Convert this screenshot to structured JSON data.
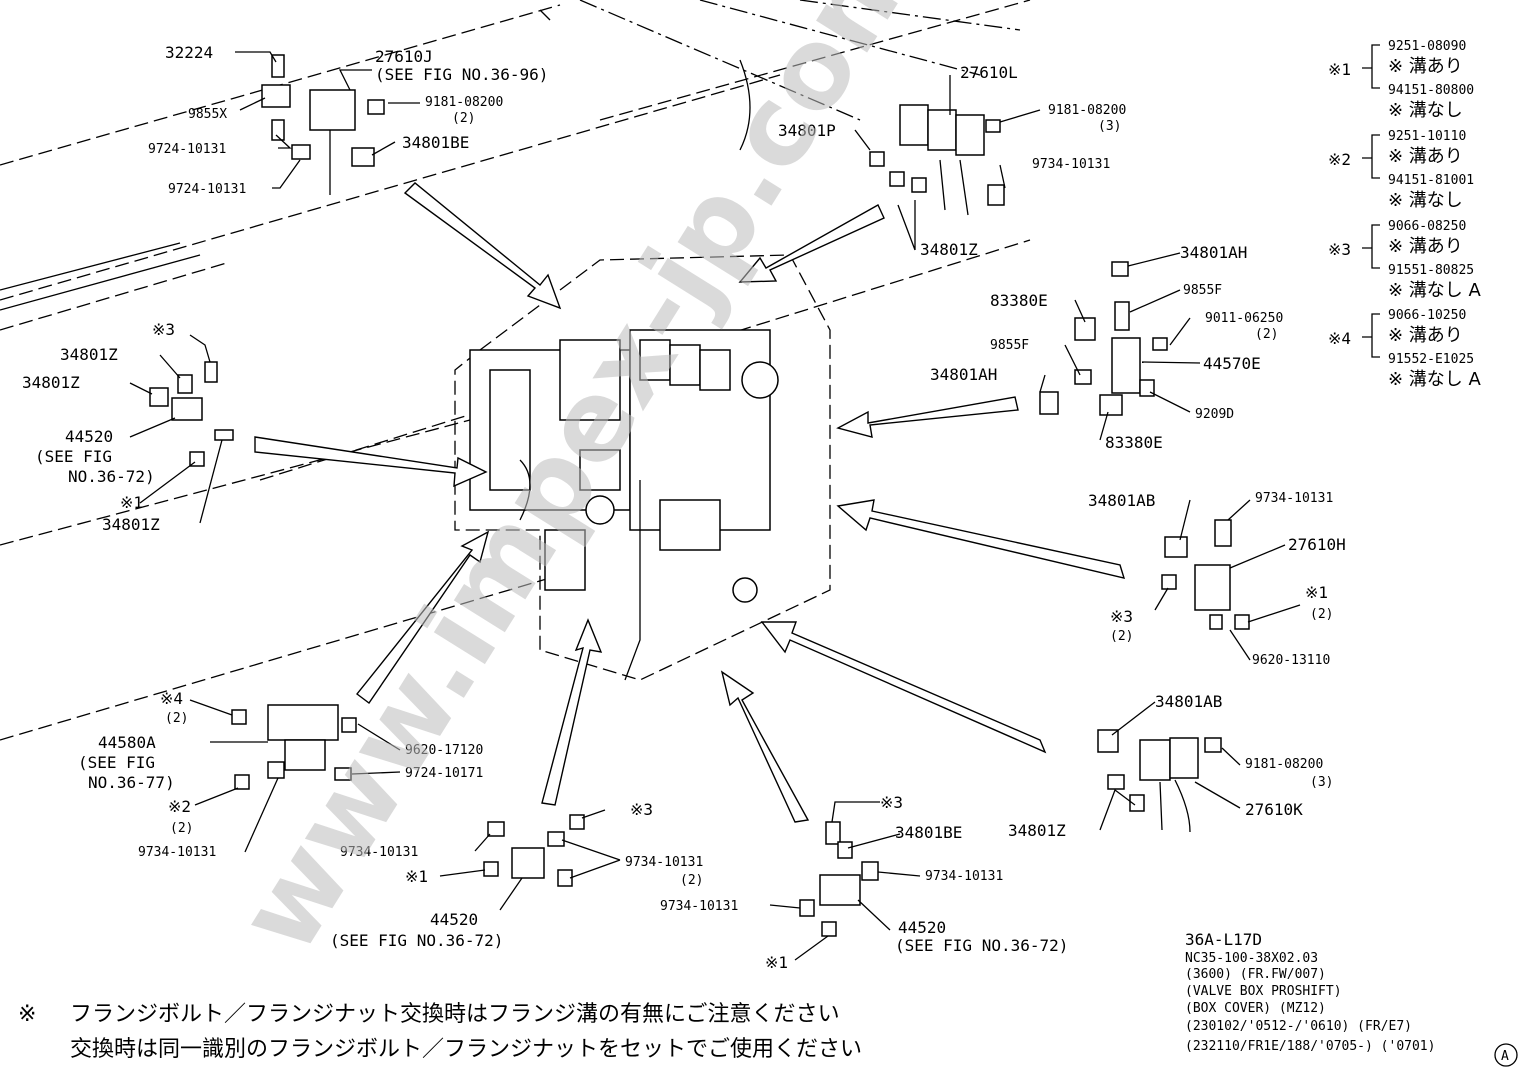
{
  "watermark": "www.impex-jp.com",
  "callouts": {
    "c32224": "32224",
    "c27610j": "27610J",
    "c27610j_ref": "(SEE FIG NO.36-96)",
    "c9855x": "9855X",
    "c9181a": "9181-08200",
    "c9181a_qty": "(2)",
    "c9724a": "9724-10131",
    "c9724b": "9724-10131",
    "c34801be_top": "34801BE",
    "c34801p": "34801P",
    "c27610l": "27610L",
    "c9181b": "9181-08200",
    "c9181b_qty": "(3)",
    "c9734a": "9734-10131",
    "c34801z_top": "34801Z",
    "c34801ah_a": "34801AH",
    "c83380e_a": "83380E",
    "c9855f_a": "9855F",
    "c9011": "9011-06250",
    "c9011_qty": "(2)",
    "c9855f_b": "9855F",
    "c44570e": "44570E",
    "c34801ah_b": "34801AH",
    "c9209d": "9209D",
    "c83380e_b": "83380E",
    "c_x3_left": "※3",
    "c34801z_l1": "34801Z",
    "c34801z_l2": "34801Z",
    "c44520_left": "44520",
    "c44520_left_ref1": "(SEE FIG",
    "c44520_left_ref2": "NO.36-72)",
    "c_x1_left": "※1",
    "c34801z_l3": "34801Z",
    "c34801ab_a": "34801AB",
    "c9734b": "9734-10131",
    "c27610h": "27610H",
    "c_x3_right": "※3",
    "c_x3_right_qty": "(2)",
    "c_x1_right": "※1",
    "c_x1_right_qty": "(2)",
    "c9620a": "9620-13110",
    "c_x4_left": "※4",
    "c_x4_left_qty": "(2)",
    "c44580a": "44580A",
    "c44580a_ref1": "(SEE FIG",
    "c44580a_ref2": "NO.36-77)",
    "c9620b": "9620-17120",
    "c9724c": "9724-10171",
    "c_x2_left": "※2",
    "c_x2_left_qty": "(2)",
    "c9734c": "9734-10131",
    "c9734d": "9734-10131",
    "c_x3_mid": "※3",
    "c9734e": "9734-10131",
    "c9734e_qty": "(2)",
    "c_x1_mid": "※1",
    "c44520_mid": "44520",
    "c44520_mid_ref": "(SEE FIG NO.36-72)",
    "c_x3_mid2": "※3",
    "c34801be_b": "34801BE",
    "c9734f": "9734-10131",
    "c9734g": "9734-10131",
    "c44520_right": "44520",
    "c44520_right_ref": "(SEE FIG NO.36-72)",
    "c_x1_mid2": "※1",
    "c34801ab_b": "34801AB",
    "c9181c": "9181-08200",
    "c9181c_qty": "(3)",
    "c27610k": "27610K",
    "c34801z_br": "34801Z"
  },
  "legend": {
    "x1": "※1",
    "x1_a": "9251-08090",
    "x1_a_note": "※ 溝あり",
    "x1_b": "94151-80800",
    "x1_b_note": "※ 溝なし",
    "x2": "※2",
    "x2_a": "9251-10110",
    "x2_a_note": "※ 溝あり",
    "x2_b": "94151-81001",
    "x2_b_note": "※ 溝なし",
    "x3": "※3",
    "x3_a": "9066-08250",
    "x3_a_note": "※ 溝あり",
    "x3_b": "91551-80825",
    "x3_b_note": "※ 溝なし A",
    "x4": "※4",
    "x4_a": "9066-10250",
    "x4_a_note": "※ 溝あり",
    "x4_b": "91552-E1025",
    "x4_b_note": "※ 溝なし A"
  },
  "title_block": {
    "line1": "36A-L17D",
    "line2": "NC35-100-38X02.03",
    "line3": "(3600) (FR.FW/007)",
    "line4": "(VALVE BOX PROSHIFT)",
    "line5": "(BOX COVER) (MZ12)",
    "line6": "(230102/'0512-/'0610) (FR/E7)",
    "line7": "(232110/FR1E/188/'0705-) ('0701)",
    "corner_mark": "A"
  },
  "notes": {
    "mark": "※",
    "line1": "フランジボルト／フランジナット交換時はフランジ溝の有無にご注意ください",
    "line2": "交換時は同一識別のフランジボルト／フランジナットをセットでご使用ください"
  }
}
